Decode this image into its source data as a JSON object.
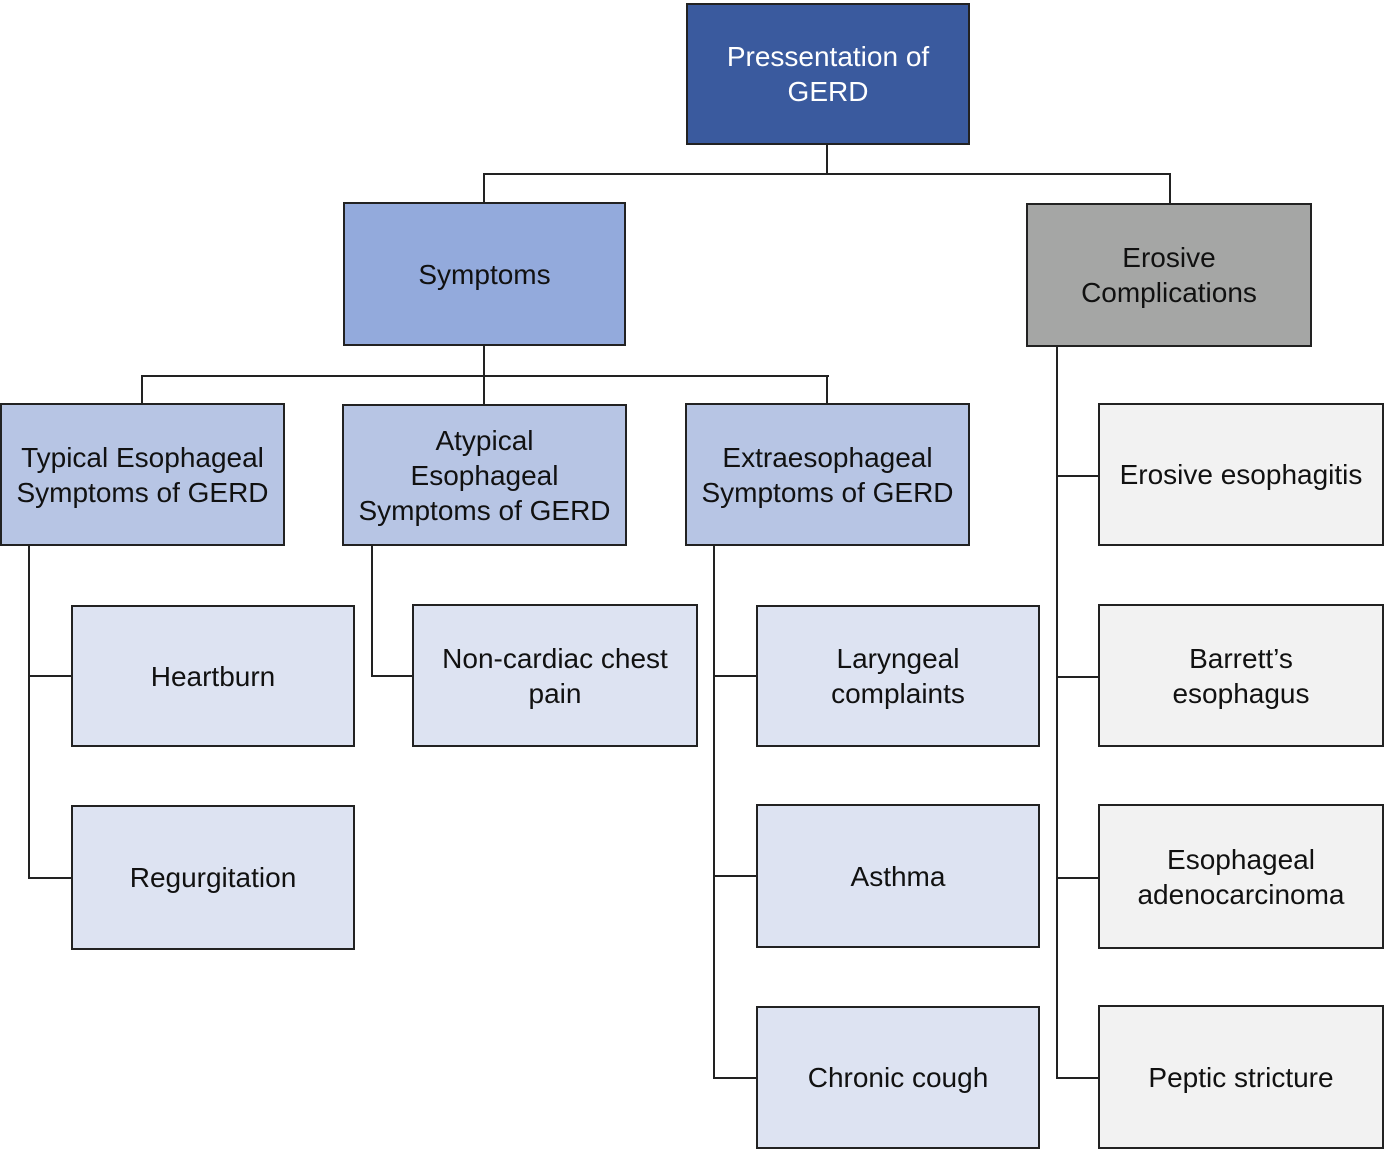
{
  "root": {
    "label": "Pressentation of\nGERD"
  },
  "symptoms": {
    "label": "Symptoms",
    "typical": {
      "label": "Typical Esophageal\nSymptoms of GERD",
      "items": [
        "Heartburn",
        "Regurgitation"
      ]
    },
    "atypical": {
      "label": "Atypical\nEsophageal\nSymptoms of GERD",
      "items": [
        "Non-cardiac chest\npain"
      ]
    },
    "extra": {
      "label": "Extraesophageal\nSymptoms of GERD",
      "items": [
        "Laryngeal\ncomplaints",
        "Asthma",
        "Chronic cough"
      ]
    }
  },
  "erosive": {
    "label": "Erosive\nComplications",
    "items": [
      "Erosive esophagitis",
      "Barrett’s\nesophagus",
      "Esophageal\nadenocarcinoma",
      "Peptic stricture"
    ]
  },
  "colors": {
    "root": "#3a5a9e",
    "symptoms": "#93aadc",
    "erosive": "#a5a6a5",
    "category": "#b7c5e4",
    "symptom_leaf": "#dde3f2",
    "erosive_leaf": "#f2f2f2",
    "line": "#222222"
  }
}
